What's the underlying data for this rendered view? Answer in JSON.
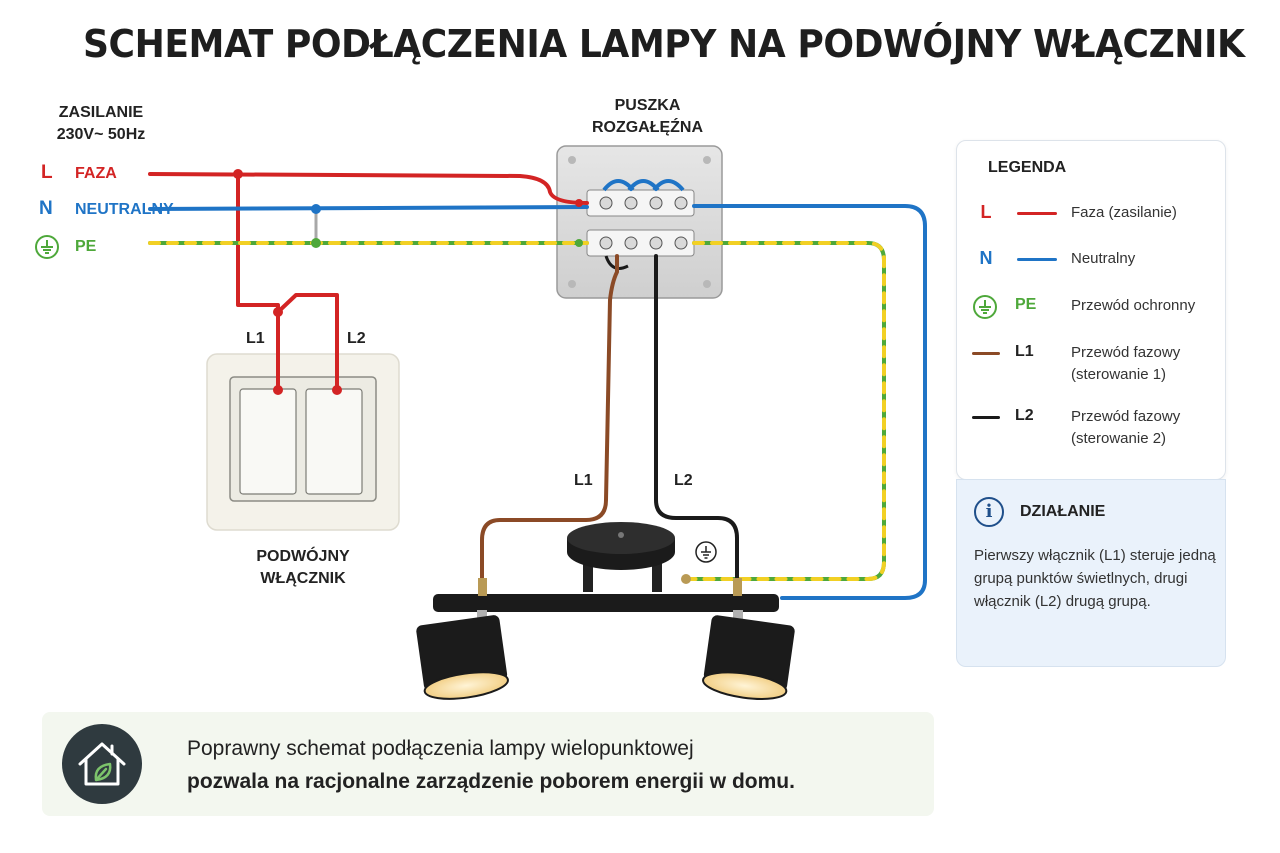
{
  "title": "SCHEMAT PODŁĄCZENIA LAMPY NA PODWÓJNY WŁĄCZNIK",
  "supply": {
    "heading_line1": "ZASILANIE",
    "heading_line2": "230V~ 50Hz",
    "phase_symbol": "L",
    "phase_label": "FAZA",
    "neutral_symbol": "N",
    "neutral_label": "NEUTRALNY",
    "pe_label": "PE"
  },
  "junction_box": {
    "label_line1": "PUSZKA",
    "label_line2": "ROZGAŁĘŹNA"
  },
  "switch": {
    "label_line1": "PODWÓJNY",
    "label_line2": "WŁĄCZNIK",
    "l1_label": "L1",
    "l2_label": "L2"
  },
  "lamp_wires": {
    "l1_label": "L1",
    "l2_label": "L2"
  },
  "legend": {
    "title": "LEGENDA",
    "items": [
      {
        "symbol": "L",
        "text_line1": "Faza (zasilanie)",
        "text_line2": "",
        "color": "#d32424"
      },
      {
        "symbol": "N",
        "text_line1": "Neutralny",
        "text_line2": "",
        "color": "#1f74c6"
      },
      {
        "symbol": "PE",
        "text_line1": "Przewód ochronny",
        "text_line2": "",
        "color": "#4ea83a"
      },
      {
        "symbol": "L1",
        "text_line1": "Przewód fazowy",
        "text_line2": "(sterowanie 1)",
        "color": "#8b4a26"
      },
      {
        "symbol": "L2",
        "text_line1": "Przewód fazowy",
        "text_line2": "(sterowanie 2)",
        "color": "#1a1a1a"
      }
    ]
  },
  "info": {
    "icon": "info-icon",
    "title": "DZIAŁANIE",
    "text": "Pierwszy włącznik (L1) steruje jedną grupą punktów świetlnych, drugi włącznik (L2) drugą grupą."
  },
  "banner": {
    "icon": "house-leaf-icon",
    "line1": "Poprawny schemat podłączenia lampy wielopunktowej",
    "line2": "pozwala na racjonalne zarządzenie poborem energii w domu."
  },
  "colors": {
    "phase": "#d32424",
    "neutral": "#1f74c6",
    "pe_green": "#4ea83a",
    "pe_yellow": "#f2d024",
    "l1_brown": "#8b4a26",
    "l2_black": "#1a1a1a"
  }
}
